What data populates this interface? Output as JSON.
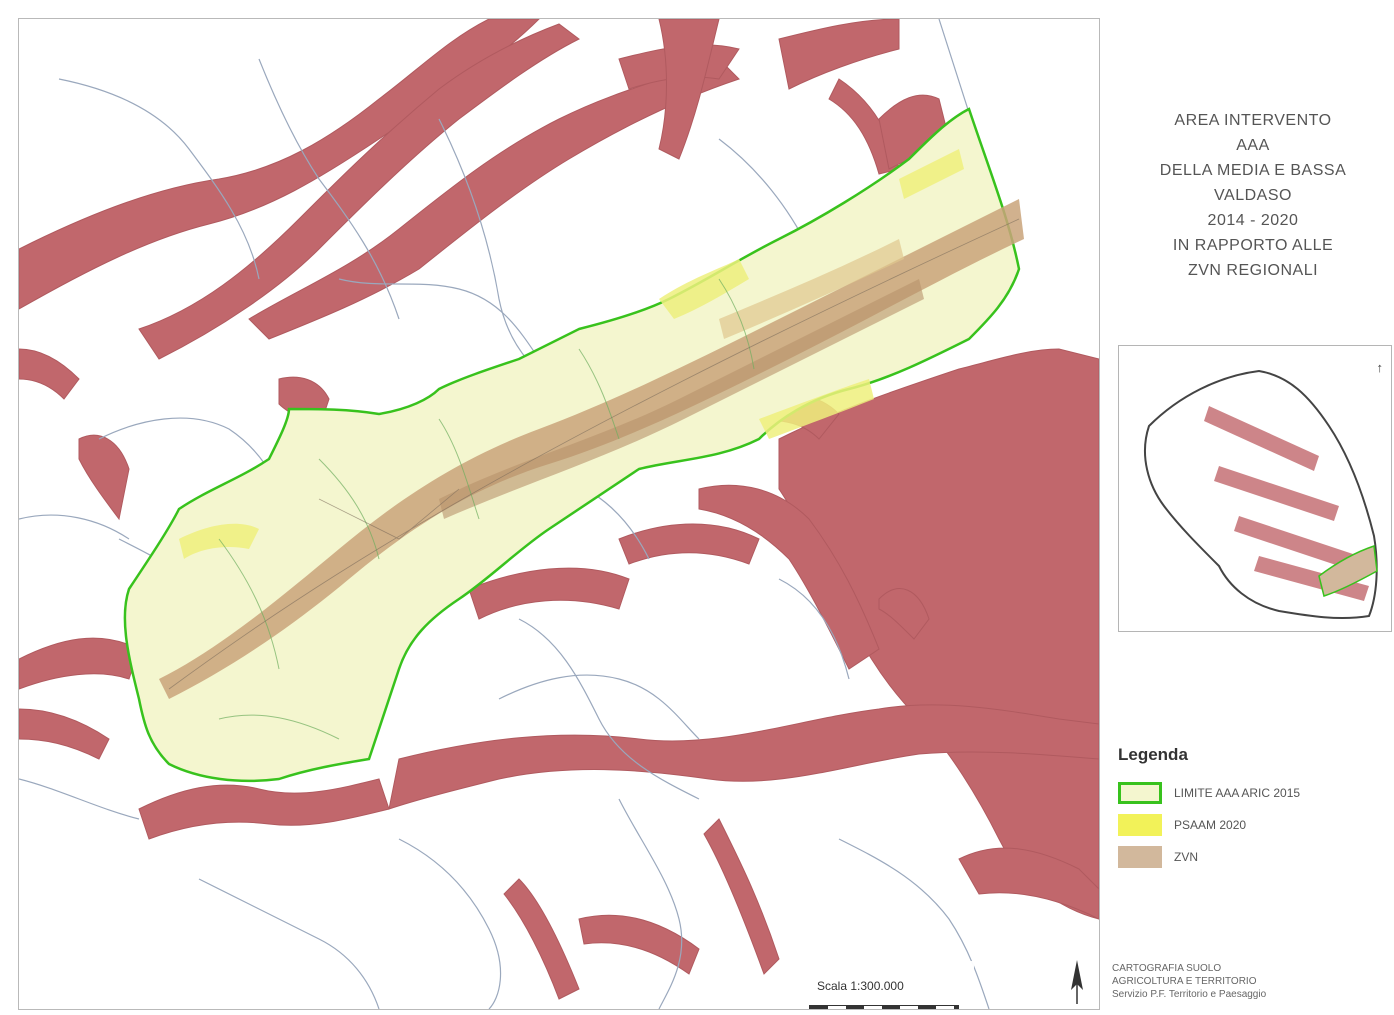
{
  "title_lines": [
    "AREA INTERVENTO",
    "AAA",
    "DELLA MEDIA E BASSA",
    "VALDASO",
    "2014 - 2020",
    "IN RAPPORTO ALLE",
    "ZVN REGIONALI"
  ],
  "legend": {
    "title": "Legenda",
    "items": [
      {
        "label": "LIMITE AAA ARIC 2015",
        "fill": "#f4f6cf",
        "stroke": "#38c21d"
      },
      {
        "label": "PSAAM 2020",
        "fill": "#f2f259",
        "stroke": "#f2f259"
      },
      {
        "label": "ZVN",
        "fill": "#d2b89c",
        "stroke": "#d2b89c"
      }
    ]
  },
  "scale": {
    "label": "Scala 1:300.000"
  },
  "north_symbol": "↑",
  "credit_lines": [
    "CARTOGRAFIA SUOLO",
    "AGRICOLTURA E TERRITORIO",
    "Servizio P.F. Territorio e Paesaggio"
  ],
  "colors": {
    "zvn_red": "#c1676c",
    "aaa_boundary": "#38c21d",
    "aaa_fill": "#f4f6cf",
    "zvn_band": "#c9a37a",
    "municipal_lines": "#9aa8bd"
  },
  "icons": [
    "north-arrow-icon",
    "legend-swatch-icon"
  ]
}
